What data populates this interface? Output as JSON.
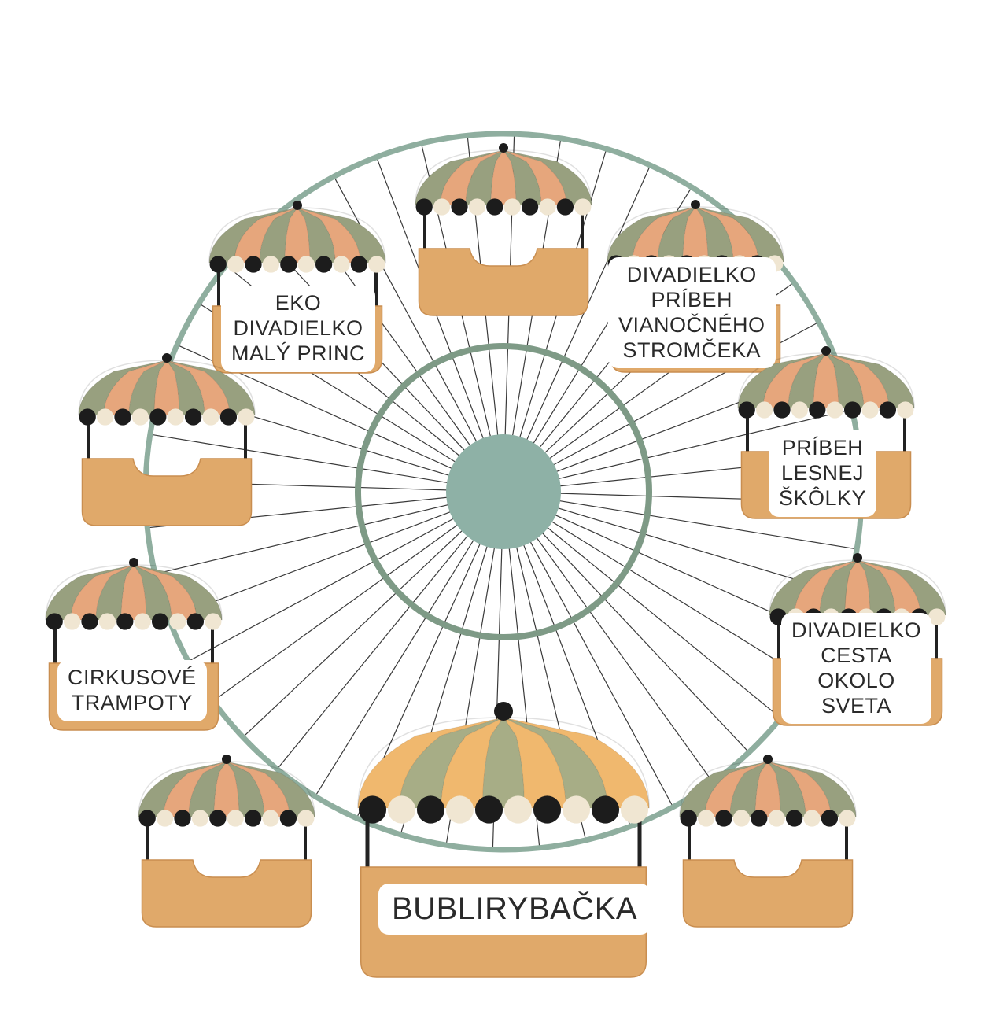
{
  "attractions": [
    {
      "id": "eko-divadielko",
      "lines": [
        "EKO",
        "DIVADIELKO",
        "MALÝ PRINC"
      ]
    },
    {
      "id": "pribeh-vianocneho-stromceka",
      "lines": [
        "DIVADIELKO",
        "PRÍBEH",
        "VIANOČNÉHO",
        "STROMČEKA"
      ]
    },
    {
      "id": "pribeh-lesnej-skolky",
      "lines": [
        "PRÍBEH",
        "LESNEJ",
        "ŠKÔLKY"
      ]
    },
    {
      "id": "cesta-okolo-sveta",
      "lines": [
        "DIVADIELKO",
        "CESTA",
        "OKOLO",
        "SVETA"
      ]
    },
    {
      "id": "cirkusove-trampoty",
      "lines": [
        "CIRKUSOVÉ",
        "TRAMPOTY"
      ]
    },
    {
      "id": "bublirybacka",
      "lines": [
        "BUBLIRYBAČKA"
      ]
    }
  ],
  "colors": {
    "rim": "#8fae9f",
    "inner_ring": "#7e9a86",
    "hub": "#8eb1a6",
    "spoke": "#3a3a3a",
    "basket": "#e0a96a",
    "canopy_green": "#98a07f",
    "canopy_peach": "#e6a67c",
    "canopy_big_yellow": "#f0b86e",
    "canopy_big_green": "#a7ad86",
    "scallop_dark": "#1c1c1c",
    "scallop_light": "#f0e6d2",
    "text": "#2a2a2a"
  }
}
